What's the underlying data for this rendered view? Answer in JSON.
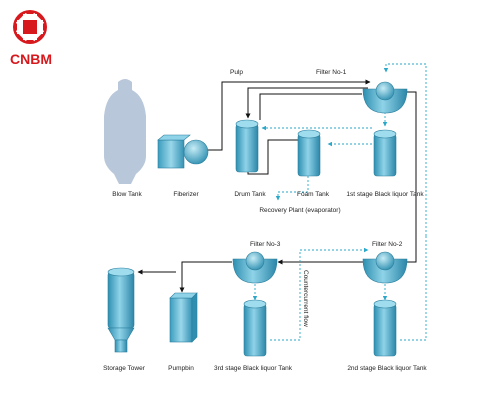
{
  "brand": {
    "name": "CNBM",
    "color": "#d7191e"
  },
  "labels": {
    "pulp": "Pulp",
    "filter1": "Filter No-1",
    "filter2": "Filter No-2",
    "filter3": "Filter No-3",
    "blow_tank": "Blow Tank",
    "fiberizer": "Fiberizer",
    "drum_tank": "Drum Tank",
    "foam_tank": "Foam Tank",
    "stage1_tank": "1st stage Black liquor Tank",
    "recovery": "Recovery Plant (evaporator)",
    "countercurrent": "Countercurrent flow",
    "storage_tower": "Storage Tower",
    "pumpbin": "Pumpbin",
    "stage3_tank": "3rd stage Black liquor Tank",
    "stage2_tank": "2nd stage Black liquor Tank"
  },
  "colors": {
    "equipment_fill": "#5bb3cf",
    "equipment_light": "#a9dcec",
    "blow_tank_fill": "#b9c7da",
    "pulp_line": "#111111",
    "liquor_line": "#2aa7c9"
  }
}
